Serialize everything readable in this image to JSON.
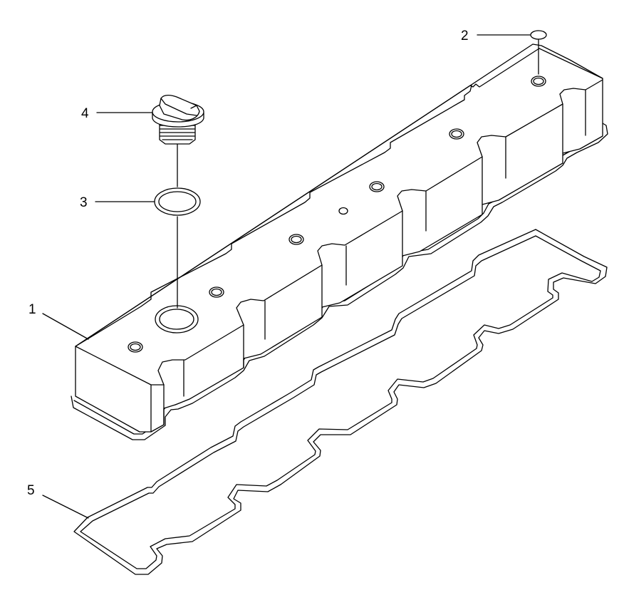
{
  "parts": [
    {
      "callout": "1"
    },
    {
      "callout": "2"
    },
    {
      "callout": "3"
    },
    {
      "callout": "4"
    },
    {
      "callout": "5"
    }
  ],
  "colors": {
    "line": "#000000",
    "background": "#ffffff"
  }
}
